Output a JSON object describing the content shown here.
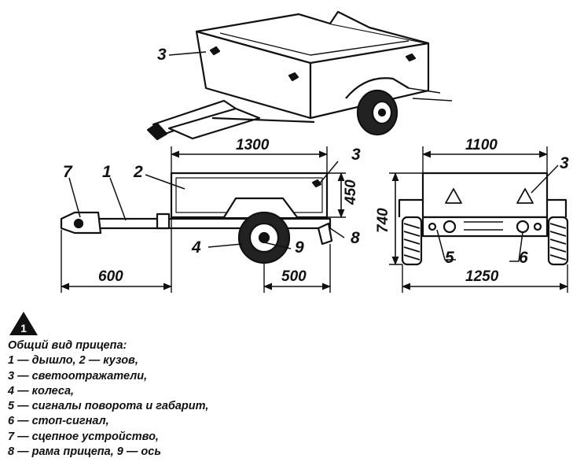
{
  "figure_number": "1",
  "labels": {
    "top_view": {
      "body": "3"
    },
    "side_view": {
      "drawbar": "1",
      "body": "2",
      "reflector": "3",
      "wheel": "4",
      "frame": "8",
      "axle": "9",
      "coupling": "7"
    },
    "rear_view": {
      "reflector": "3",
      "turn_signal": "5",
      "stop_signal": "6"
    }
  },
  "dimensions": {
    "body_length": "1300",
    "body_height": "450",
    "drawbar_length": "600",
    "axle_offset": "500",
    "width_top": "1100",
    "overall_height": "740",
    "overall_width": "1250"
  },
  "caption": {
    "title": "Общий вид прицепа:",
    "lines": [
      "1 — дышло, 2 — кузов,",
      "3 — светоотражатели,",
      "4 — колеса,",
      "5 — сигналы поворота и габарит,",
      "6 — стоп-сигнал,",
      "7 — сцепное устройство,",
      "8 — рама прицепа, 9 — ось"
    ]
  }
}
